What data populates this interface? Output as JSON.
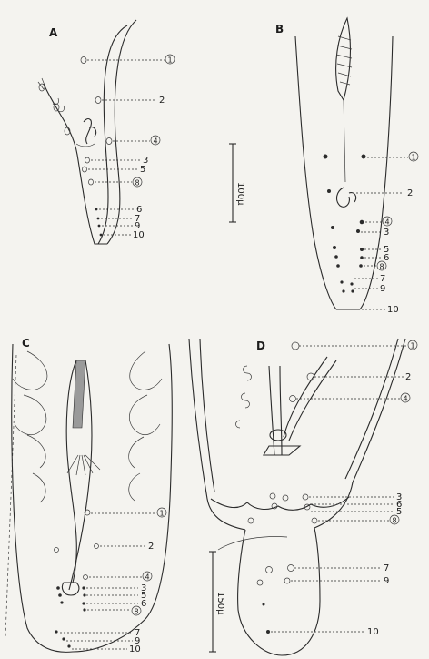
{
  "panels": {
    "A": {
      "label": "A",
      "markers": [
        "1",
        "2",
        "4",
        "3",
        "5",
        "8",
        "6",
        "7",
        "9",
        "10"
      ]
    },
    "B": {
      "label": "B",
      "markers": [
        "1",
        "2",
        "4",
        "3",
        "5",
        "6",
        "8",
        "7",
        "9",
        "10"
      ]
    },
    "C": {
      "label": "C",
      "markers": [
        "1",
        "2",
        "4",
        "3",
        "5",
        "6",
        "8",
        "7",
        "9",
        "10"
      ]
    },
    "D": {
      "label": "D",
      "markers": [
        "1",
        "2",
        "4",
        "3",
        "6",
        "5",
        "8",
        "7",
        "9",
        "10"
      ]
    }
  },
  "scale_bars": {
    "top": "100μ",
    "bottom": "150μ"
  }
}
